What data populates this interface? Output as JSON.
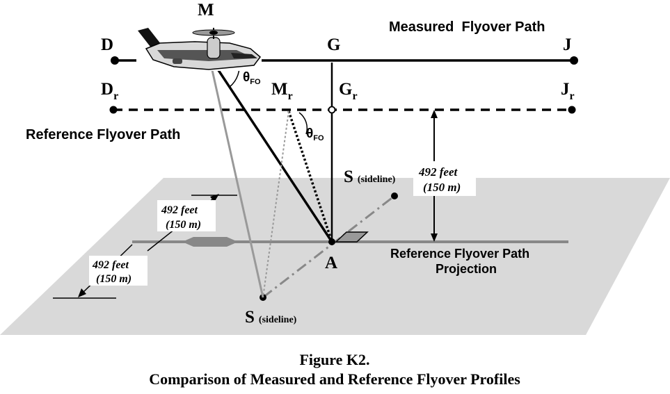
{
  "points": {
    "D": "D",
    "G": "G",
    "J": "J",
    "M": "M",
    "Dr_main": "D",
    "Dr_sub": "r",
    "Gr_main": "G",
    "Gr_sub": "r",
    "Jr_main": "J",
    "Jr_sub": "r",
    "Mr_main": "M",
    "Mr_sub": "r",
    "A": "A",
    "S_main": "S",
    "S_sub": "(sideline)"
  },
  "angle": {
    "main": "θ",
    "sub": "FO"
  },
  "labels": {
    "measured_path": "Measured  Flyover Path",
    "reference_path": "Reference Flyover Path",
    "projection_line1": "Reference Flyover Path",
    "projection_line2": "Projection"
  },
  "dimensions": {
    "feet": "492 feet",
    "meters": "(150 m)"
  },
  "caption": {
    "line1": "Figure K2.",
    "line2": "Comparison of Measured and Reference Flyover Profiles"
  },
  "colors": {
    "ground_plane": "#d9d9d9",
    "lines": "#000000",
    "gray_lines": "#999999",
    "runway": "#888888"
  }
}
